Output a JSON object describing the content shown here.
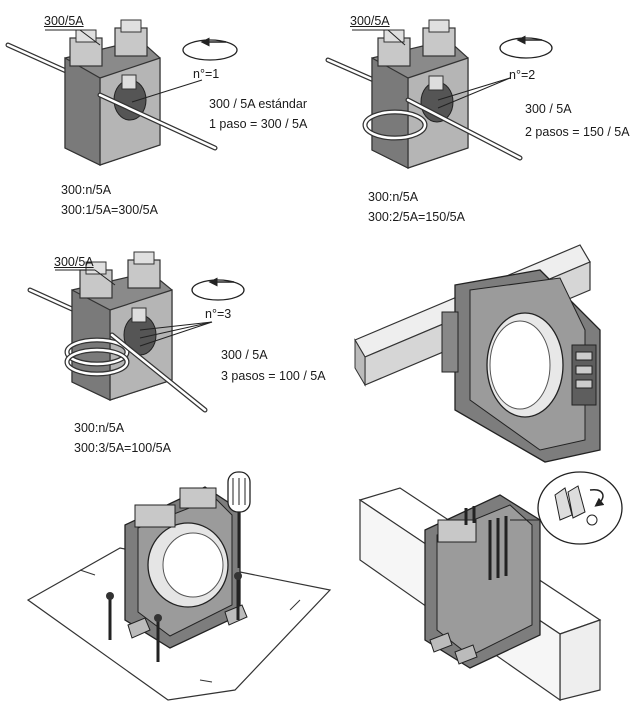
{
  "panel1": {
    "rating": "300/5A",
    "turns": "n°=1",
    "desc1": "300 / 5A estándar",
    "desc2": "1 paso = 300 / 5A",
    "formula1": "300:n/5A",
    "formula2": "300:1/5A=300/5A"
  },
  "panel2": {
    "rating": "300/5A",
    "turns": "n°=2",
    "desc1": "300 / 5A",
    "desc2": "2 pasos = 150 / 5A",
    "formula1": "300:n/5A",
    "formula2": "300:2/5A=150/5A"
  },
  "panel3": {
    "rating": "300/5A",
    "turns": "n°=3",
    "desc1": "300 / 5A",
    "desc2": "3 pasos = 100 / 5A",
    "formula1": "300:n/5A",
    "formula2": "300:3/5A=100/5A"
  }
}
